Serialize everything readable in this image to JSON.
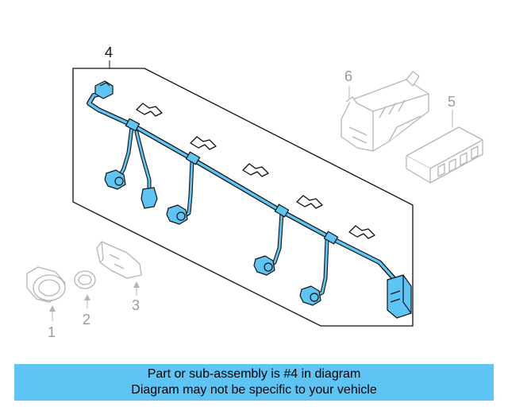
{
  "callouts": {
    "one": "1",
    "two": "2",
    "three": "3",
    "four": "4",
    "five": "5",
    "six": "6"
  },
  "banner": {
    "line1": "Part or sub-assembly is #4 in diagram",
    "line2": "Diagram may not be specific to your vehicle"
  },
  "colors": {
    "harness": "#5ec4f4",
    "outline": "#111111",
    "ghost": "#b5b5b5",
    "banner_bg": "#5ec4f4"
  }
}
